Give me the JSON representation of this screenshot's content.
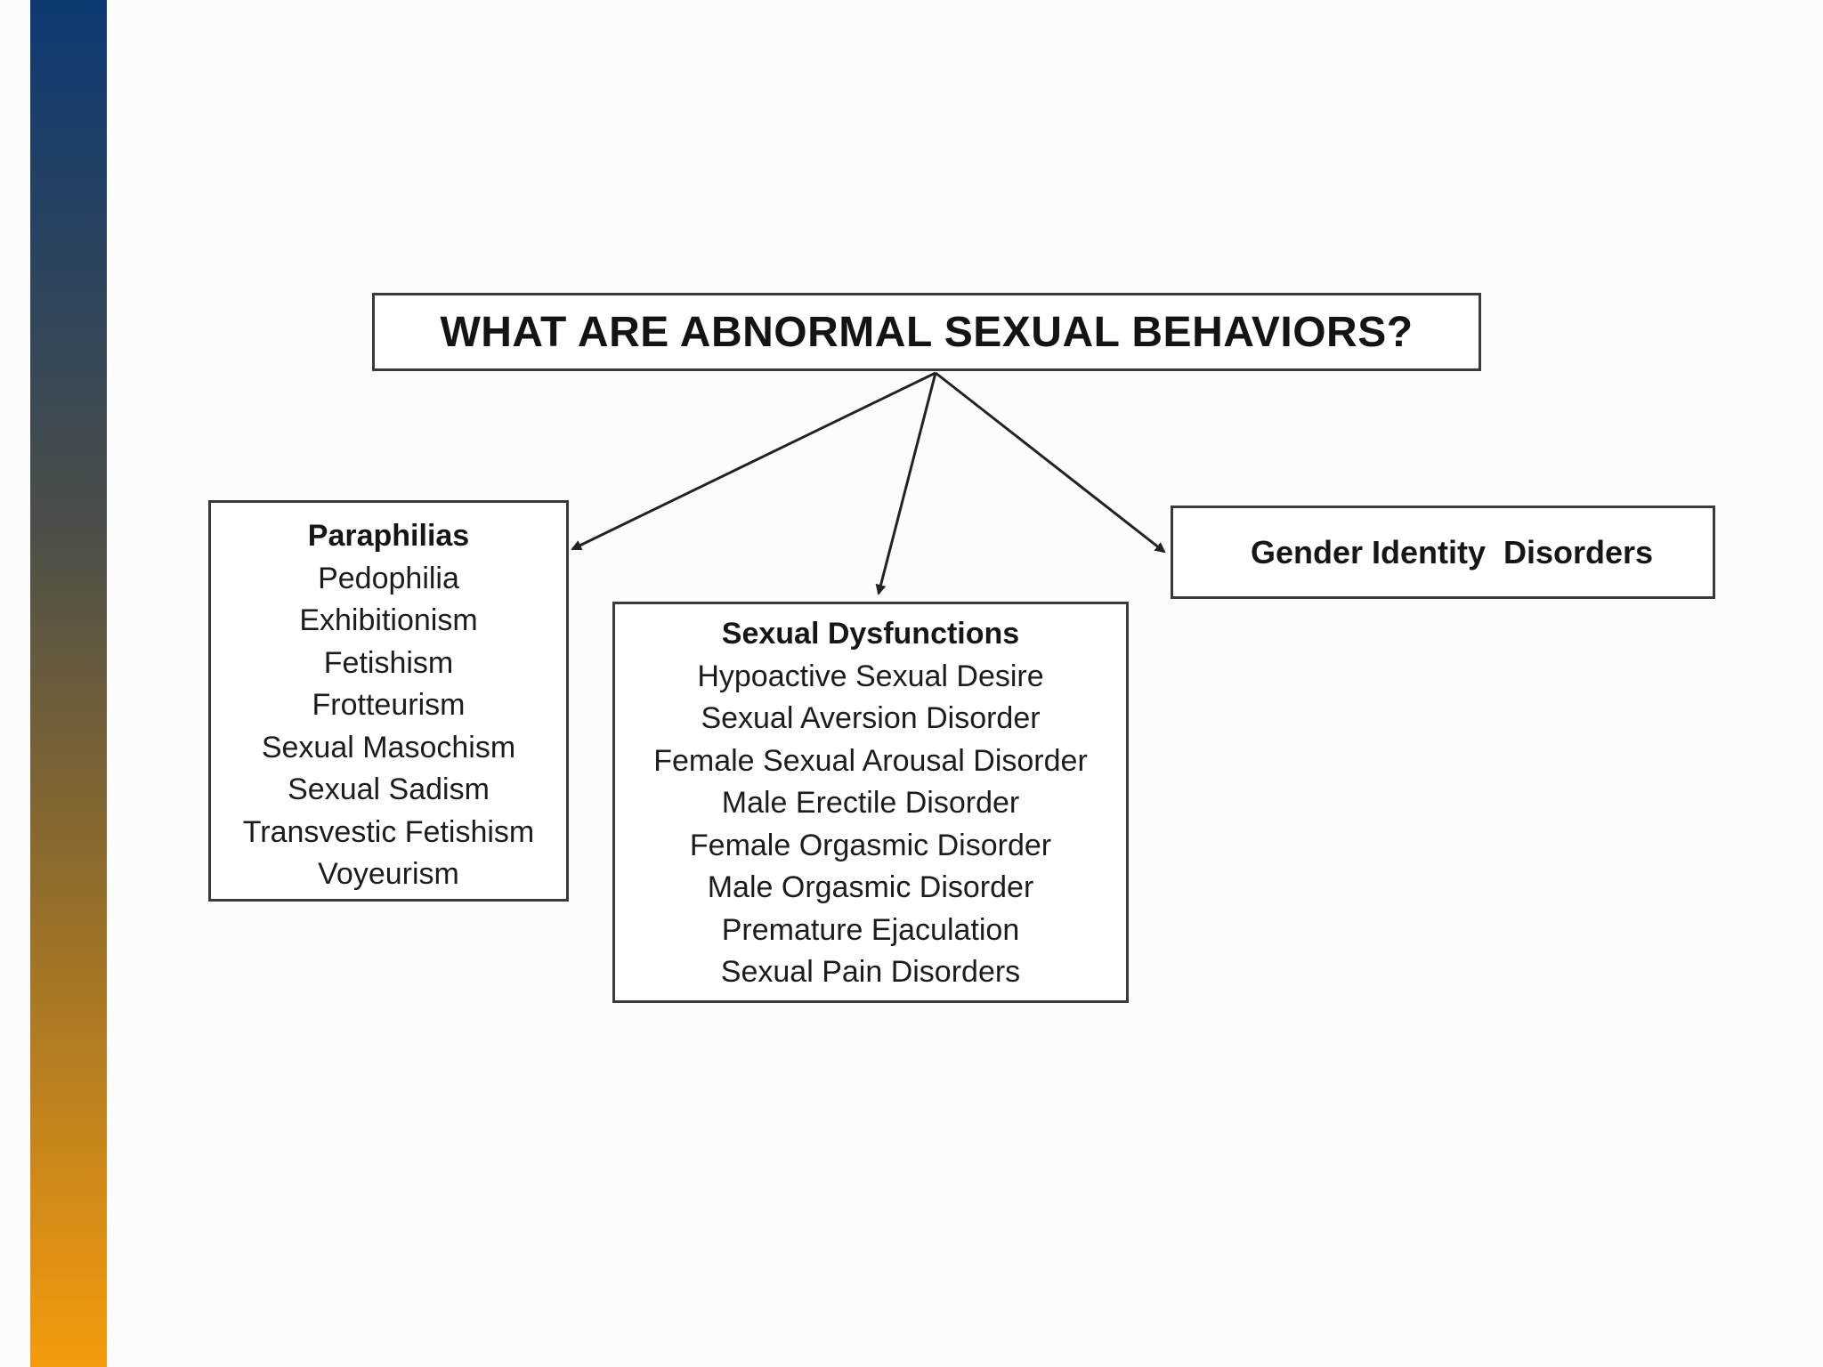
{
  "colors": {
    "side_bar_top": "#0d3a73",
    "side_bar_bottom": "#f59b0c",
    "box_border": "#3a3a3a",
    "arrow": "#222222"
  },
  "diagram": {
    "title": "WHAT ARE ABNORMAL SEXUAL BEHAVIORS?",
    "paraphilias": {
      "heading": "Paraphilias",
      "items": [
        "Pedophilia",
        "Exhibitionism",
        "Fetishism",
        "Frotteurism",
        "Sexual Masochism",
        "Sexual Sadism",
        "Transvestic Fetishism",
        "Voyeurism"
      ]
    },
    "dysfunctions": {
      "heading": "Sexual Dysfunctions",
      "items": [
        "Hypoactive Sexual Desire",
        "Sexual Aversion Disorder",
        "Female Sexual Arousal Disorder",
        "Male Erectile Disorder",
        "Female Orgasmic Disorder",
        "Male Orgasmic Disorder",
        "Premature Ejaculation",
        "Sexual Pain Disorders"
      ]
    },
    "gender_identity": {
      "label": "Gender Identity  Disorders"
    }
  }
}
